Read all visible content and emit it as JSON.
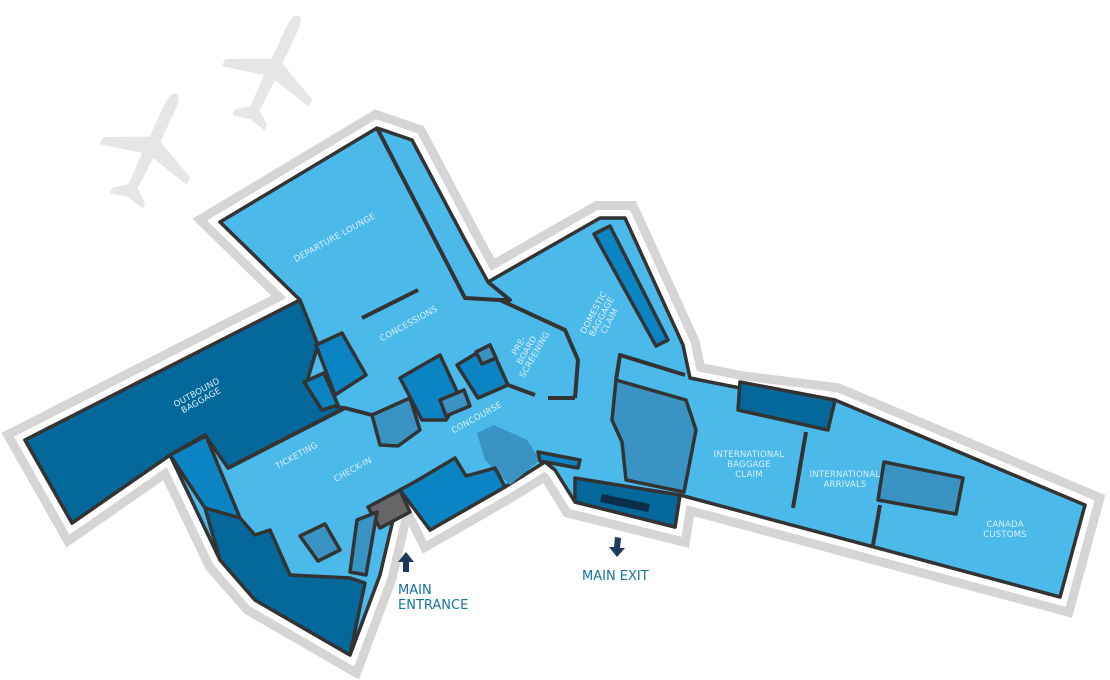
{
  "title": "Airport terminal map",
  "colors": {
    "floor": "#4bb9ea",
    "room_mid": "#0b84c4",
    "room_dark": "#05689b",
    "room_grey": "#3a94c3",
    "wall": "#333333",
    "halo": "#d5d5d5",
    "label": "#1572a6",
    "plane": "#e6e6e6"
  },
  "icons": [
    "airplane-icon",
    "airplane-icon",
    "arrow-up-icon",
    "arrow-down-icon"
  ],
  "areas": {
    "departure_lounge": [
      "DEPARTURE LOUNGE"
    ],
    "concessions": [
      "CONCESSIONS"
    ],
    "pre_board_screening": [
      "PRE-",
      "BOARD",
      "SCREENING"
    ],
    "domestic_baggage_claim": [
      "DOMESTIC",
      "BAGGAGE",
      "CLAIM"
    ],
    "outbound_baggage": [
      "OUTBOUND",
      "BAGGAGE"
    ],
    "ticketing": [
      "TICKETING"
    ],
    "check_in": [
      "CHECK-IN"
    ],
    "concourse": [
      "CONCOURSE"
    ],
    "international_baggage_claim": [
      "INTERNATIONAL",
      "BAGGAGE",
      "CLAIM"
    ],
    "international_arrivals": [
      "INTERNATIONAL",
      "ARRIVALS"
    ],
    "canada_customs": [
      "CANADA",
      "CUSTOMS"
    ]
  },
  "entrances": {
    "main_entrance": [
      "MAIN",
      "ENTRANCE"
    ],
    "main_exit": "MAIN EXIT"
  }
}
